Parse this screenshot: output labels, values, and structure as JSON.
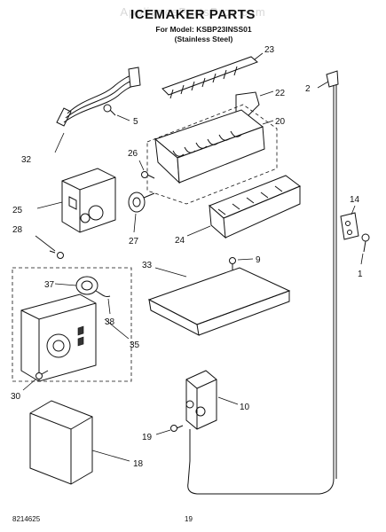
{
  "header": {
    "title": "ICEMAKER PARTS",
    "model_line": "For Model: KSBP23INSS01",
    "finish_line": "(Stainless Steel)",
    "watermark": "AppliancePartsPros.com"
  },
  "footer": {
    "doc_number": "8214625",
    "page_number": "19"
  },
  "callouts": [
    "23",
    "2",
    "22",
    "5",
    "20",
    "32",
    "26",
    "25",
    "27",
    "24",
    "14",
    "28",
    "33",
    "9",
    "37",
    "38",
    "35",
    "30",
    "10",
    "19",
    "18",
    "1"
  ]
}
